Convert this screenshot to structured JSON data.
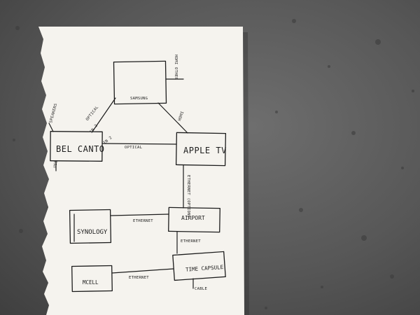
{
  "nodes": {
    "tv_box": {
      "label": "SAMSUNG"
    },
    "bel_canto": {
      "label": "BEL CANTO"
    },
    "apple_tv": {
      "label": "APPLE TV"
    },
    "synology": {
      "label": "SYNOLOGY"
    },
    "airport": {
      "label": "AIRPORT"
    },
    "time_capsule": {
      "label": "TIME CAPSULE"
    },
    "mcell": {
      "label": "MCELL"
    }
  },
  "connections": {
    "bel_to_tv": {
      "label": "OPTICAL"
    },
    "bel_to_tv_port": {
      "label": "IN 2"
    },
    "bel_to_appletv": {
      "label": "OPTICAL"
    },
    "bel_to_appletv_port": {
      "label": "IN 2"
    },
    "appletv_to_tv": {
      "label": "HDMI"
    },
    "appletv_to_airport": {
      "label": "ETHERNET (OPTION)"
    },
    "synology_to_airport": {
      "label": "ETHERNET"
    },
    "airport_to_timecapsule": {
      "label": "ETHERNET"
    },
    "mcell_to_timecapsule": {
      "label": "ETHERNET"
    },
    "timecapsule_cable": {
      "label": "CABLE"
    },
    "tv_hdmi_other": {
      "label": "HDMI OTHER"
    },
    "speakers": {
      "label": "SPEAKERS"
    },
    "usb": {
      "label": "USB"
    }
  }
}
